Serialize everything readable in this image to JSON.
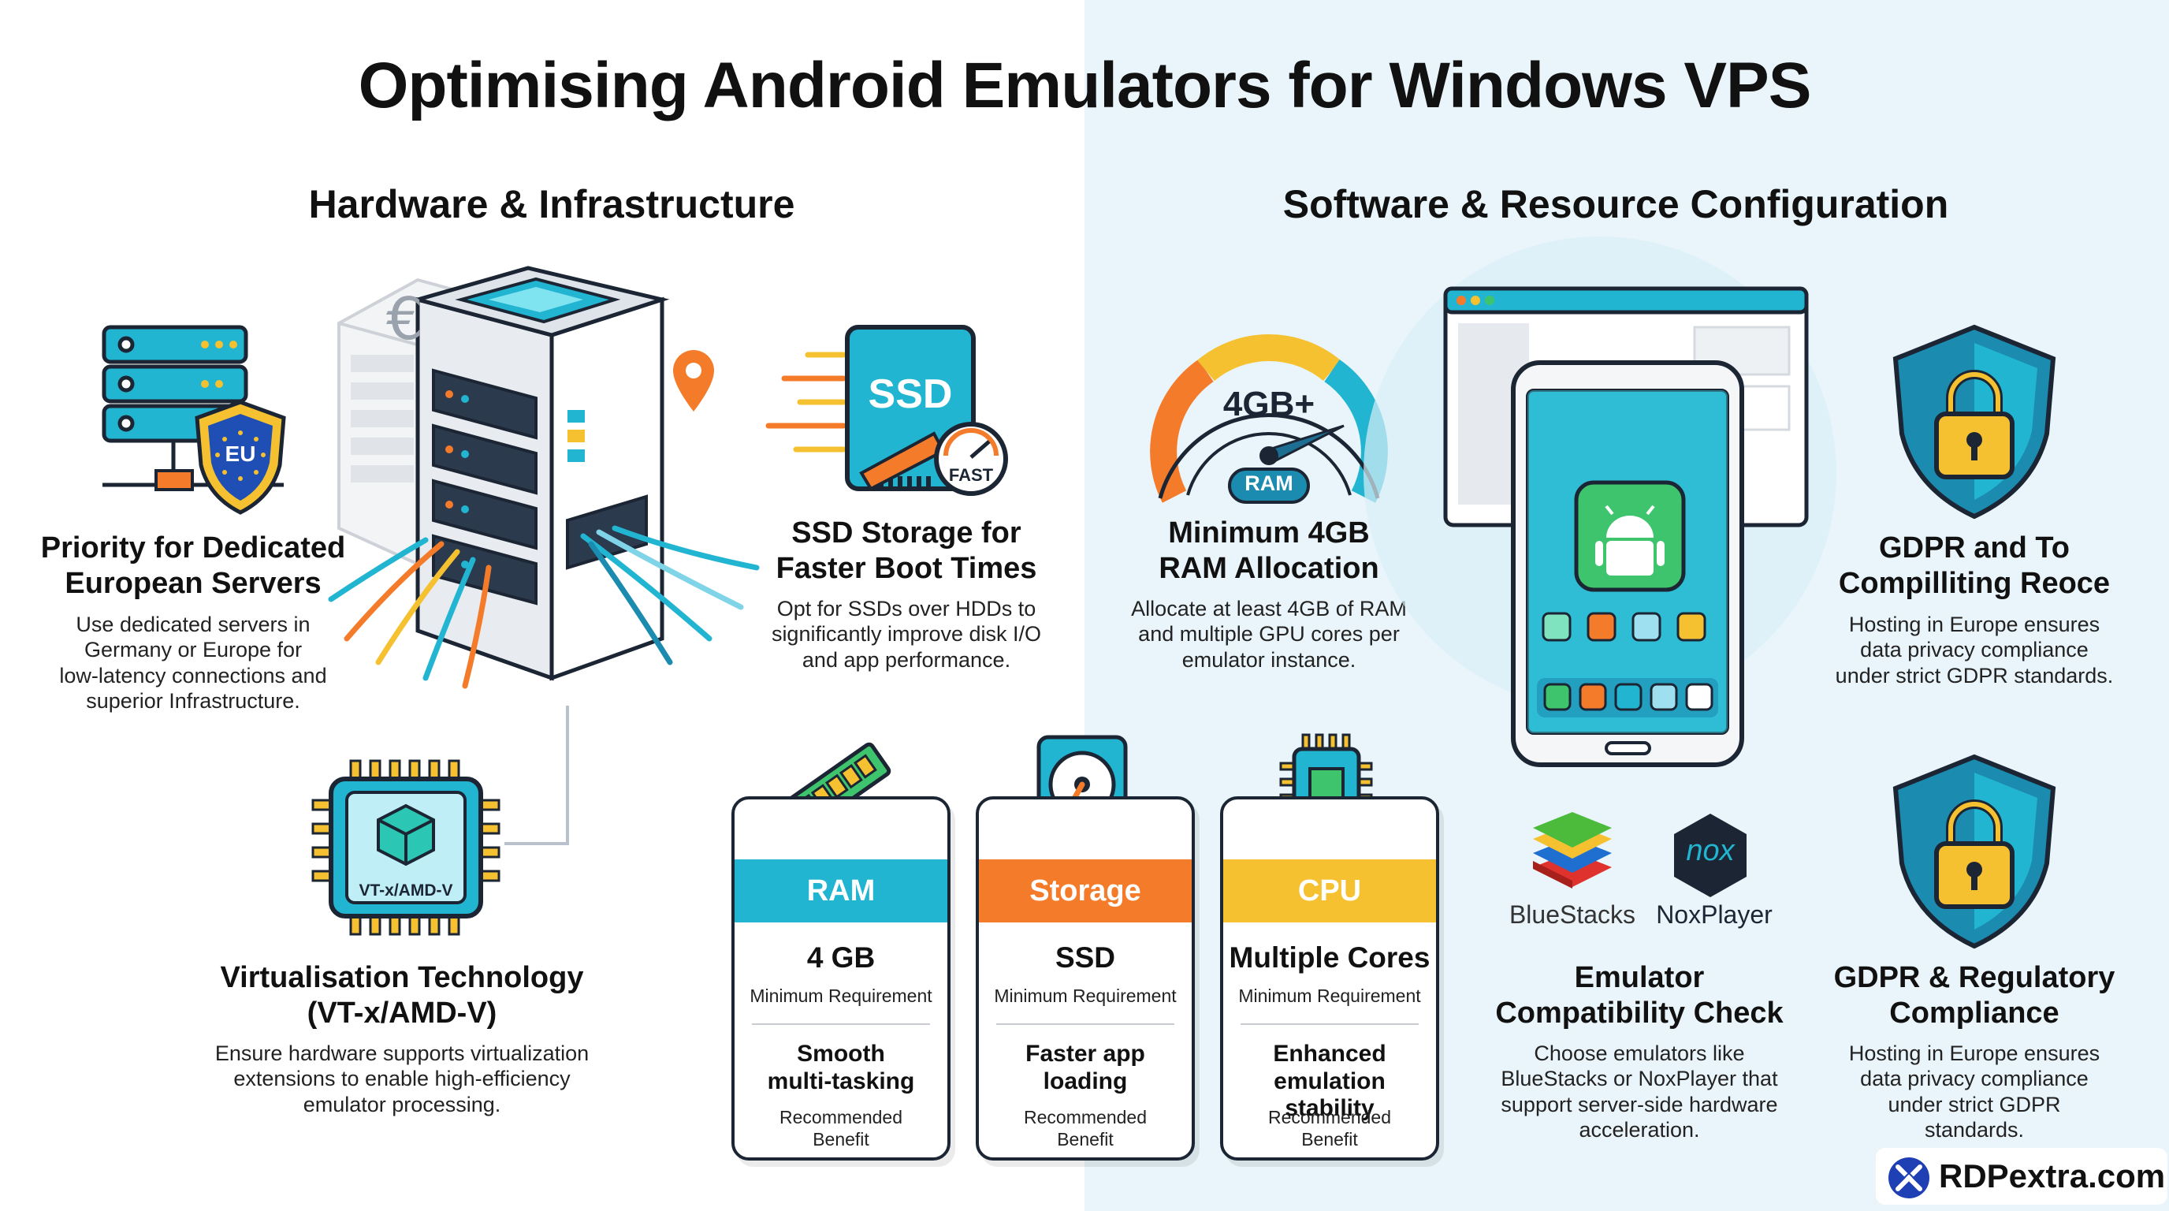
{
  "title": "Optimising Android Emulators for Windows VPS",
  "sections": {
    "left": "Hardware & Infrastructure",
    "right": "Software & Resource Configuration"
  },
  "items": {
    "dedicated": {
      "heading_l1": "Priority for Dedicated",
      "heading_l2": "European Servers",
      "desc_l1": "Use dedicated servers in",
      "desc_l2": "Germany or Europe for",
      "desc_l3": "low-latency connections and",
      "desc_l4": "superior Infrastructure.",
      "badge": "EU"
    },
    "ssd": {
      "heading_l1": "SSD Storage for",
      "heading_l2": "Faster Boot Times",
      "desc_l1": "Opt for SSDs over HDDs to",
      "desc_l2": "significantly improve disk I/O",
      "desc_l3": "and app performance.",
      "icon_text": "SSD",
      "gauge_text": "FAST"
    },
    "virt": {
      "heading_l1": "Virtualisation Technology",
      "heading_l2": "(VT-x/AMD-V)",
      "desc_l1": "Ensure hardware supports virtualization",
      "desc_l2": "extensions to enable high-efficiency",
      "desc_l3": "emulator processing.",
      "chip_text": "VT-x/AMD-V"
    },
    "ram": {
      "heading_l1": "Minimum 4GB",
      "heading_l2": "RAM Allocation",
      "desc_l1": "Allocate at least 4GB of RAM",
      "desc_l2": "and multiple GPU cores per",
      "desc_l3": "emulator instance.",
      "gauge_value": "4GB+",
      "gauge_label": "RAM"
    },
    "gdpr1": {
      "heading_l1": "GDPR and To",
      "heading_l2": "Compilliting Reoce",
      "desc_l1": "Hosting in Europe ensures",
      "desc_l2": "data privacy compliance",
      "desc_l3": "under strict GDPR standards."
    },
    "compat": {
      "heading_l1": "Emulator",
      "heading_l2": "Compatibility Check",
      "desc_l1": "Choose emulators like",
      "desc_l2": "BlueStacks or NoxPlayer that",
      "desc_l3": "support server-side hardware",
      "desc_l4": "acceleration.",
      "logo1": "BlueStacks",
      "logo2": "NoxPlayer",
      "nox_mark": "nox"
    },
    "gdpr2": {
      "heading_l1": "GDPR & Regulatory",
      "heading_l2": "Compliance",
      "desc_l1": "Hosting in Europe ensures",
      "desc_l2": "data privacy compliance",
      "desc_l3": "under strict GDPR",
      "desc_l4": "standards."
    }
  },
  "cards": [
    {
      "name": "RAM",
      "color": "#22b5d1",
      "value": "4 GB",
      "requirement": "Minimum Requirement",
      "benefit_l1": "Smooth",
      "benefit_l2": "multi-tasking",
      "benefit_label_l1": "Recommended",
      "benefit_label_l2": "Benefit"
    },
    {
      "name": "Storage",
      "color": "#f47b2a",
      "value": "SSD",
      "requirement": "Minimum Requirement",
      "benefit_l1": "Faster app",
      "benefit_l2": "loading",
      "benefit_label_l1": "Recommended",
      "benefit_label_l2": "Benefit"
    },
    {
      "name": "CPU",
      "color": "#f6c130",
      "value": "Multiple Cores",
      "requirement": "Minimum Requirement",
      "benefit_l1": "Enhanced",
      "benefit_l2": "emulation stability",
      "benefit_label_l1": "Recommended",
      "benefit_label_l2": "Benefit"
    }
  ],
  "brand": "RDPextra.com",
  "colors": {
    "accent_teal": "#22b5d1",
    "accent_orange": "#f47b2a",
    "accent_yellow": "#f6c130",
    "dark": "#1b2533",
    "android_green": "#3ec46d"
  }
}
